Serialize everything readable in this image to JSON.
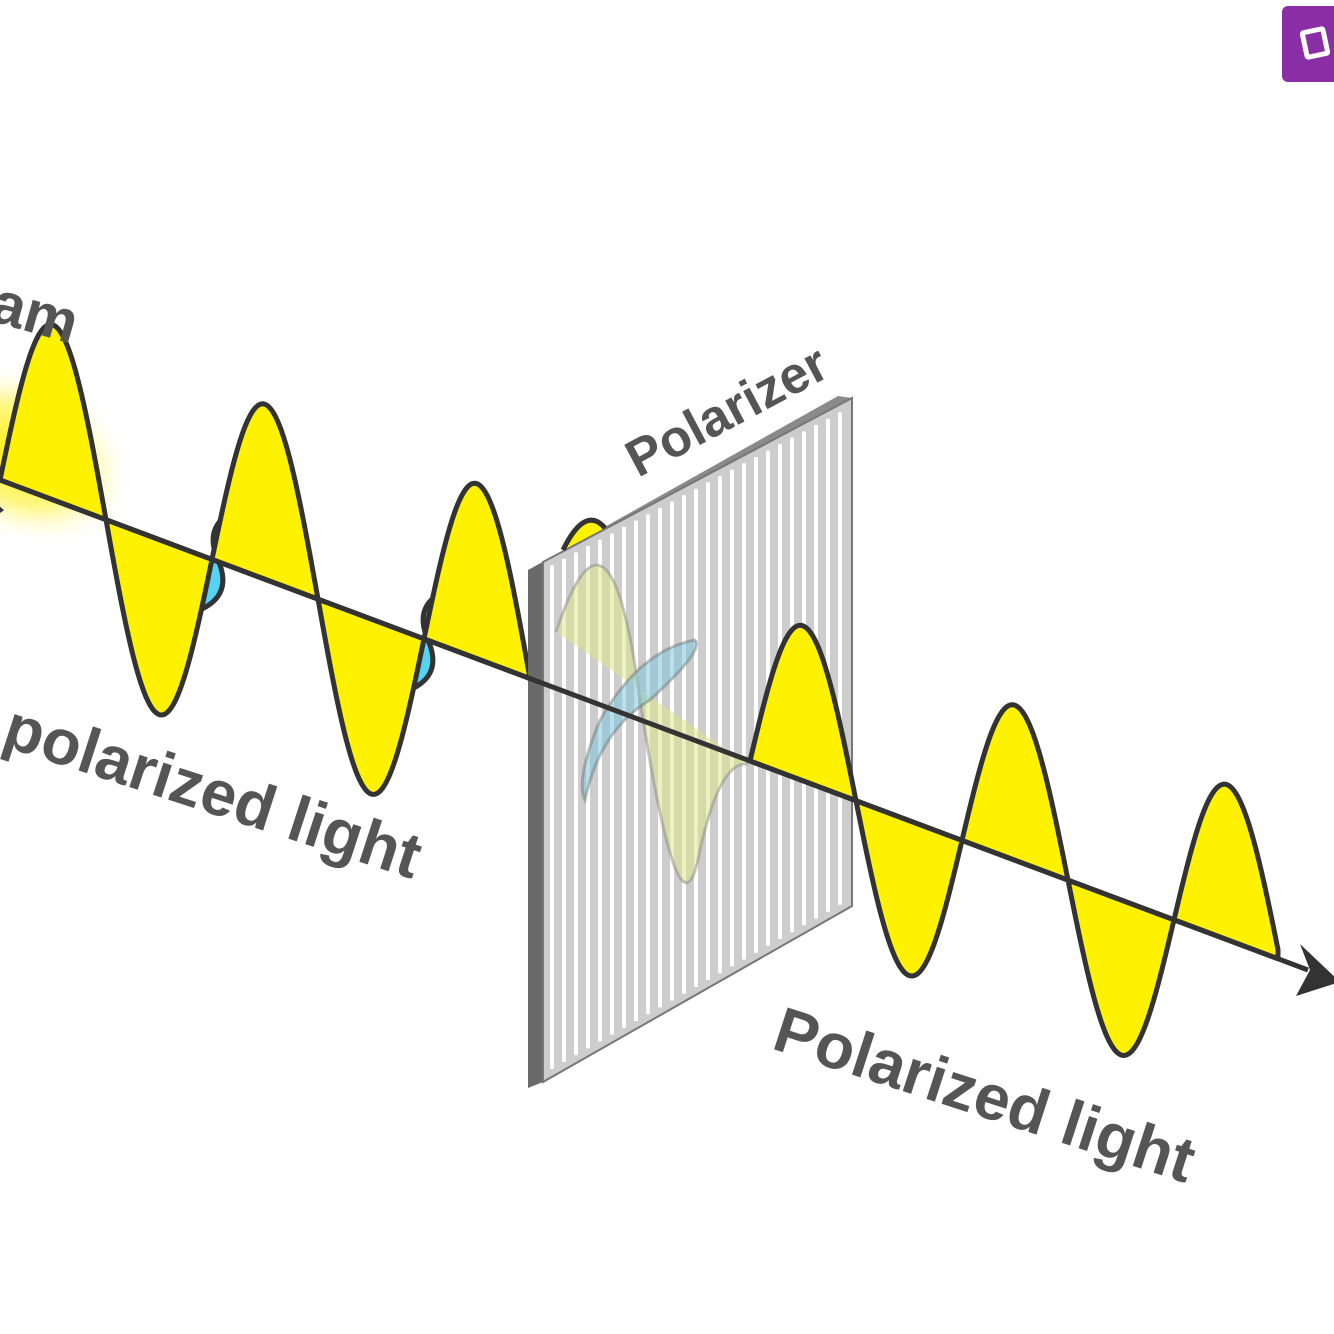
{
  "labels": {
    "beam_fragment": "am",
    "unpolarized_fragment": "polarized light",
    "polarizer": "Polarizer",
    "polarized": "Polarized light"
  },
  "colors": {
    "wave_fill": "#fff200",
    "cross_wave_fill": "#56d2f2",
    "outline": "#333333",
    "polarizer_face": "#c8c8c8",
    "slit": "#ffffff",
    "polarizer_edge": "#6a6a6a",
    "label": "#555555",
    "badge": "#8a2ea6"
  },
  "icons": {
    "badge": "brand-logo-icon",
    "arrow": "arrow-head-icon"
  }
}
